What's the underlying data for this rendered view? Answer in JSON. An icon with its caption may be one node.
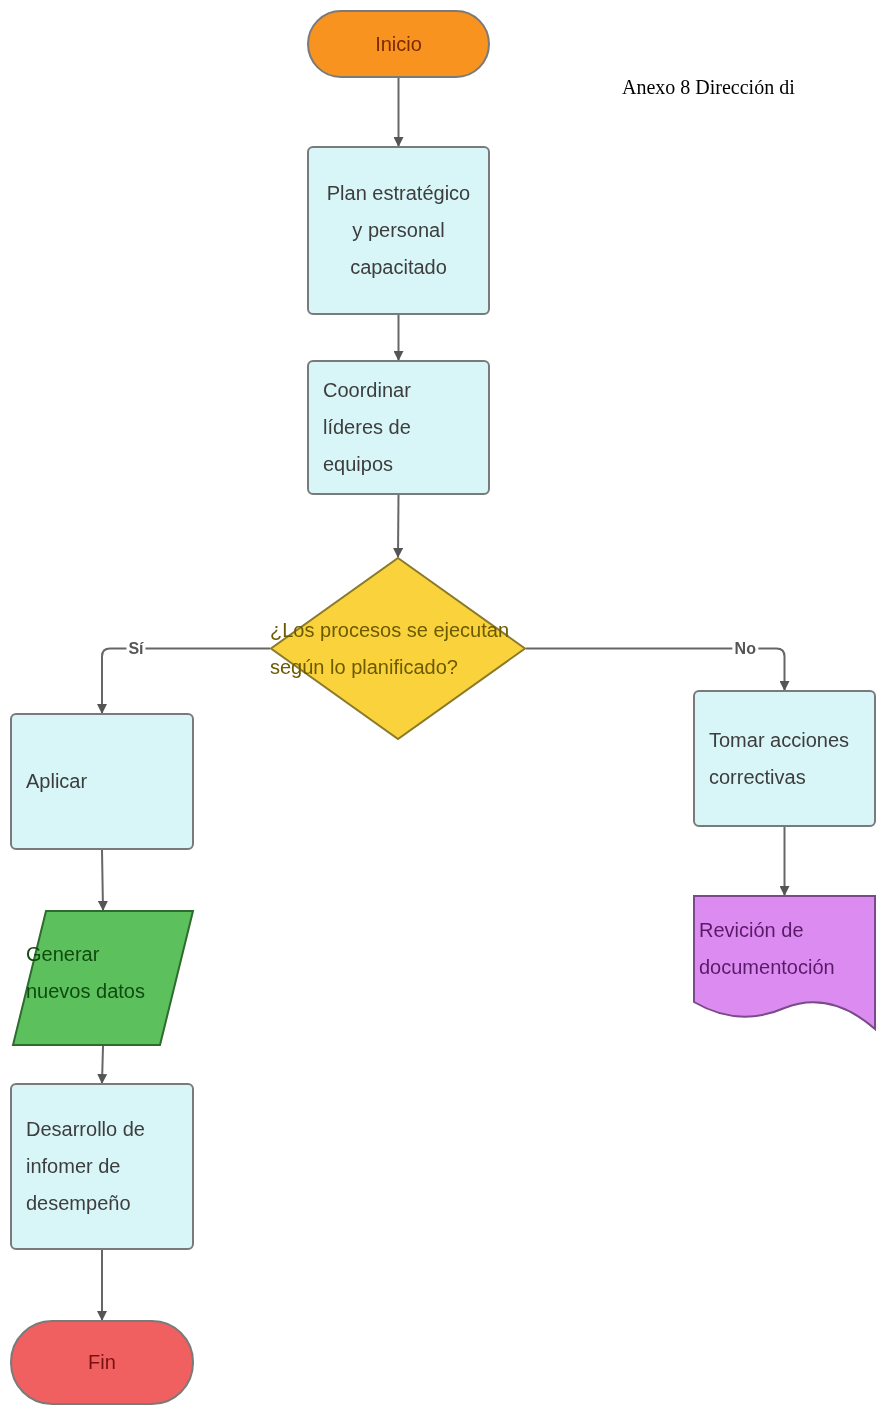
{
  "diagram": {
    "title": "Anexo 8 Dirección di",
    "nodes": [
      {
        "text": [
          "Inicio"
        ]
      },
      {
        "text": [
          "Plan estratégico y personal capacitado"
        ]
      },
      {
        "text": [
          "Coordinar líderes de equipos"
        ]
      },
      {
        "text": [
          "¿Los procesos se ejecutan según lo planificado?"
        ]
      },
      {
        "text": [
          "Aplicar"
        ]
      },
      {
        "text": [
          "Generar nuevos datos"
        ]
      },
      {
        "text": [
          "Desarrollo de infomer de desempeño"
        ]
      },
      {
        "text": [
          "Fin"
        ]
      },
      {
        "text": [
          "Tomar acciones correctivas"
        ]
      },
      {
        "text": [
          "Revición de documentoción"
        ]
      }
    ],
    "edges": [
      {
        "from": 0,
        "to": 1,
        "arrow": "to"
      },
      {
        "from": 1,
        "to": 2,
        "arrow": "to"
      },
      {
        "from": 2,
        "to": 3,
        "arrow": "to"
      },
      {
        "from": 3,
        "to": 4,
        "arrow": "to",
        "label": "Sí"
      },
      {
        "from": 3,
        "to": 8,
        "arrow": "to",
        "label": "No"
      },
      {
        "from": 4,
        "to": 5,
        "arrow": "to"
      },
      {
        "from": 5,
        "to": 6,
        "arrow": "to"
      },
      {
        "from": 6,
        "to": 7,
        "arrow": "to"
      },
      {
        "from": 8,
        "to": 9,
        "arrow": "to"
      }
    ]
  }
}
